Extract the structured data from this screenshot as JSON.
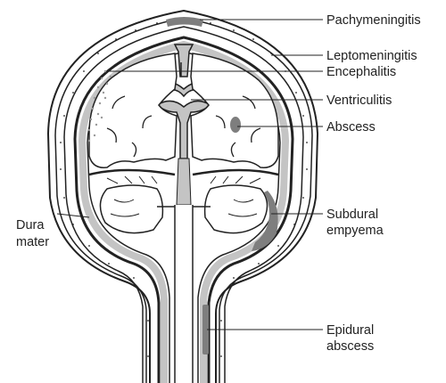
{
  "colors": {
    "ink": "#222222",
    "meninges": "#c4c4c4",
    "lesion": "#7e7e7e",
    "dots": "#9a9a9a",
    "background": "#ffffff"
  },
  "labels": {
    "pachymeningitis": "Pachymeningitis",
    "leptomeningitis": "Leptomeningitis",
    "encephalitis": "Encephalitis",
    "ventriculitis": "Ventriculitis",
    "abscess": "Abscess",
    "subdural_empyema_line1": "Subdural",
    "subdural_empyema_line2": "empyema",
    "dura_mater_line1": "Dura",
    "dura_mater_line2": "mater",
    "epidural_abscess_line1": "Epidural",
    "epidural_abscess_line2": "abscess"
  }
}
